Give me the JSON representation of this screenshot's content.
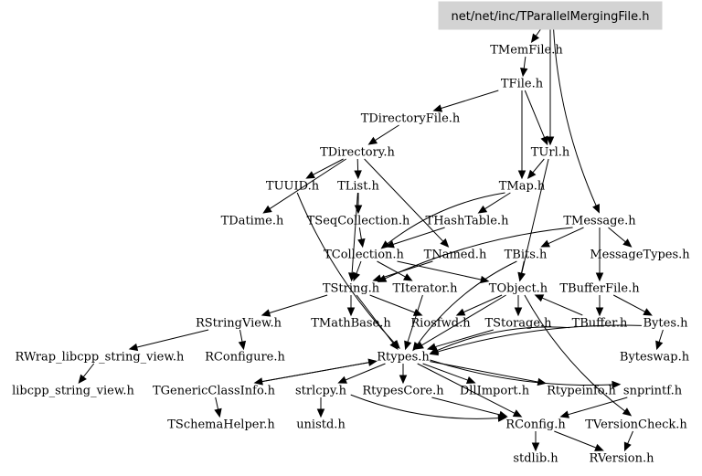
{
  "diagram": {
    "root": "net/net/inc/TParallelMergingFile.h",
    "root_fill": "#d3d3d3",
    "nodes": [
      {
        "id": "root",
        "label": "net/net/inc/TParallelMergingFile.h"
      },
      {
        "id": "TMemFile",
        "label": "TMemFile.h"
      },
      {
        "id": "TFile",
        "label": "TFile.h"
      },
      {
        "id": "TDirectoryFile",
        "label": "TDirectoryFile.h"
      },
      {
        "id": "TUrl",
        "label": "TUrl.h"
      },
      {
        "id": "TDirectory",
        "label": "TDirectory.h"
      },
      {
        "id": "TUUID",
        "label": "TUUID.h"
      },
      {
        "id": "TList",
        "label": "TList.h"
      },
      {
        "id": "TMap",
        "label": "TMap.h"
      },
      {
        "id": "TDatime",
        "label": "TDatime.h"
      },
      {
        "id": "TSeqCollection",
        "label": "TSeqCollection.h"
      },
      {
        "id": "THashTable",
        "label": "THashTable.h"
      },
      {
        "id": "TMessage",
        "label": "TMessage.h"
      },
      {
        "id": "TCollection",
        "label": "TCollection.h"
      },
      {
        "id": "TNamed",
        "label": "TNamed.h"
      },
      {
        "id": "TBits",
        "label": "TBits.h"
      },
      {
        "id": "MessageTypes",
        "label": "MessageTypes.h"
      },
      {
        "id": "TString",
        "label": "TString.h"
      },
      {
        "id": "TIterator",
        "label": "TIterator.h"
      },
      {
        "id": "TObject",
        "label": "TObject.h"
      },
      {
        "id": "TBufferFile",
        "label": "TBufferFile.h"
      },
      {
        "id": "RStringView",
        "label": "RStringView.h"
      },
      {
        "id": "TMathBase",
        "label": "TMathBase.h"
      },
      {
        "id": "Riosfwd",
        "label": "Riosfwd.h"
      },
      {
        "id": "TStorage",
        "label": "TStorage.h"
      },
      {
        "id": "TBuffer",
        "label": "TBuffer.h"
      },
      {
        "id": "Bytes",
        "label": "Bytes.h"
      },
      {
        "id": "RWrap",
        "label": "RWrap_libcpp_string_view.h"
      },
      {
        "id": "RConfigure",
        "label": "RConfigure.h"
      },
      {
        "id": "Rtypes",
        "label": "Rtypes.h"
      },
      {
        "id": "Byteswap",
        "label": "Byteswap.h"
      },
      {
        "id": "libcpp",
        "label": "libcpp_string_view.h"
      },
      {
        "id": "TGenericClassInfo",
        "label": "TGenericClassInfo.h"
      },
      {
        "id": "strlcpy",
        "label": "strlcpy.h"
      },
      {
        "id": "RtypesCore",
        "label": "RtypesCore.h"
      },
      {
        "id": "DllImport",
        "label": "DllImport.h"
      },
      {
        "id": "Rtypeinfo",
        "label": "Rtypeinfo.h"
      },
      {
        "id": "snprintf",
        "label": "snprintf.h"
      },
      {
        "id": "TSchemaHelper",
        "label": "TSchemaHelper.h"
      },
      {
        "id": "unistd",
        "label": "unistd.h"
      },
      {
        "id": "RConfig",
        "label": "RConfig.h"
      },
      {
        "id": "TVersionCheck",
        "label": "TVersionCheck.h"
      },
      {
        "id": "stdlib",
        "label": "stdlib.h"
      },
      {
        "id": "RVersion",
        "label": "RVersion.h"
      }
    ],
    "edges": [
      [
        "root",
        "TMemFile"
      ],
      [
        "root",
        "TUrl"
      ],
      [
        "root",
        "TMessage"
      ],
      [
        "TMemFile",
        "TFile"
      ],
      [
        "TFile",
        "TDirectoryFile"
      ],
      [
        "TFile",
        "TUrl"
      ],
      [
        "TFile",
        "TMap"
      ],
      [
        "TDirectoryFile",
        "TDirectory"
      ],
      [
        "TDirectory",
        "TUUID"
      ],
      [
        "TDirectory",
        "TList"
      ],
      [
        "TDirectory",
        "TDatime"
      ],
      [
        "TDirectory",
        "TNamed"
      ],
      [
        "TUUID",
        "Rtypes"
      ],
      [
        "TList",
        "TSeqCollection"
      ],
      [
        "TList",
        "TString"
      ],
      [
        "TMap",
        "TCollection"
      ],
      [
        "TMap",
        "THashTable"
      ],
      [
        "TSeqCollection",
        "TCollection"
      ],
      [
        "THashTable",
        "TCollection"
      ],
      [
        "TUrl",
        "TMap"
      ],
      [
        "TUrl",
        "TObject"
      ],
      [
        "TMessage",
        "TBufferFile"
      ],
      [
        "TMessage",
        "MessageTypes"
      ],
      [
        "TMessage",
        "TBits"
      ],
      [
        "TMessage",
        "TString"
      ],
      [
        "TCollection",
        "TObject"
      ],
      [
        "TCollection",
        "TIterator"
      ],
      [
        "TCollection",
        "TString"
      ],
      [
        "TNamed",
        "TString"
      ],
      [
        "TBits",
        "TObject"
      ],
      [
        "TBits",
        "Rtypes"
      ],
      [
        "TString",
        "RStringView"
      ],
      [
        "TString",
        "TMathBase"
      ],
      [
        "TString",
        "Riosfwd"
      ],
      [
        "TString",
        "Rtypes"
      ],
      [
        "TIterator",
        "Rtypes"
      ],
      [
        "TObject",
        "Riosfwd"
      ],
      [
        "TObject",
        "TStorage"
      ],
      [
        "TObject",
        "Rtypes"
      ],
      [
        "TObject",
        "TVersionCheck"
      ],
      [
        "TBufferFile",
        "TBuffer"
      ],
      [
        "TBufferFile",
        "Bytes"
      ],
      [
        "TBuffer",
        "TObject"
      ],
      [
        "TBuffer",
        "Rtypes"
      ],
      [
        "Bytes",
        "Byteswap"
      ],
      [
        "Bytes",
        "Rtypes"
      ],
      [
        "RStringView",
        "RWrap"
      ],
      [
        "RStringView",
        "RConfigure"
      ],
      [
        "RWrap",
        "libcpp"
      ],
      [
        "TStorage",
        "Rtypes"
      ],
      [
        "Rtypes",
        "TGenericClassInfo"
      ],
      [
        "Rtypes",
        "strlcpy"
      ],
      [
        "Rtypes",
        "RtypesCore"
      ],
      [
        "Rtypes",
        "DllImport"
      ],
      [
        "Rtypes",
        "Rtypeinfo"
      ],
      [
        "Rtypes",
        "snprintf"
      ],
      [
        "Rtypes",
        "RConfig"
      ],
      [
        "TGenericClassInfo",
        "TSchemaHelper"
      ],
      [
        "TGenericClassInfo",
        "Rtypes"
      ],
      [
        "strlcpy",
        "unistd"
      ],
      [
        "strlcpy",
        "RConfig"
      ],
      [
        "RtypesCore",
        "RConfig"
      ],
      [
        "snprintf",
        "RConfig"
      ],
      [
        "TVersionCheck",
        "RVersion"
      ],
      [
        "RConfig",
        "stdlib"
      ],
      [
        "RConfig",
        "RVersion"
      ]
    ]
  }
}
